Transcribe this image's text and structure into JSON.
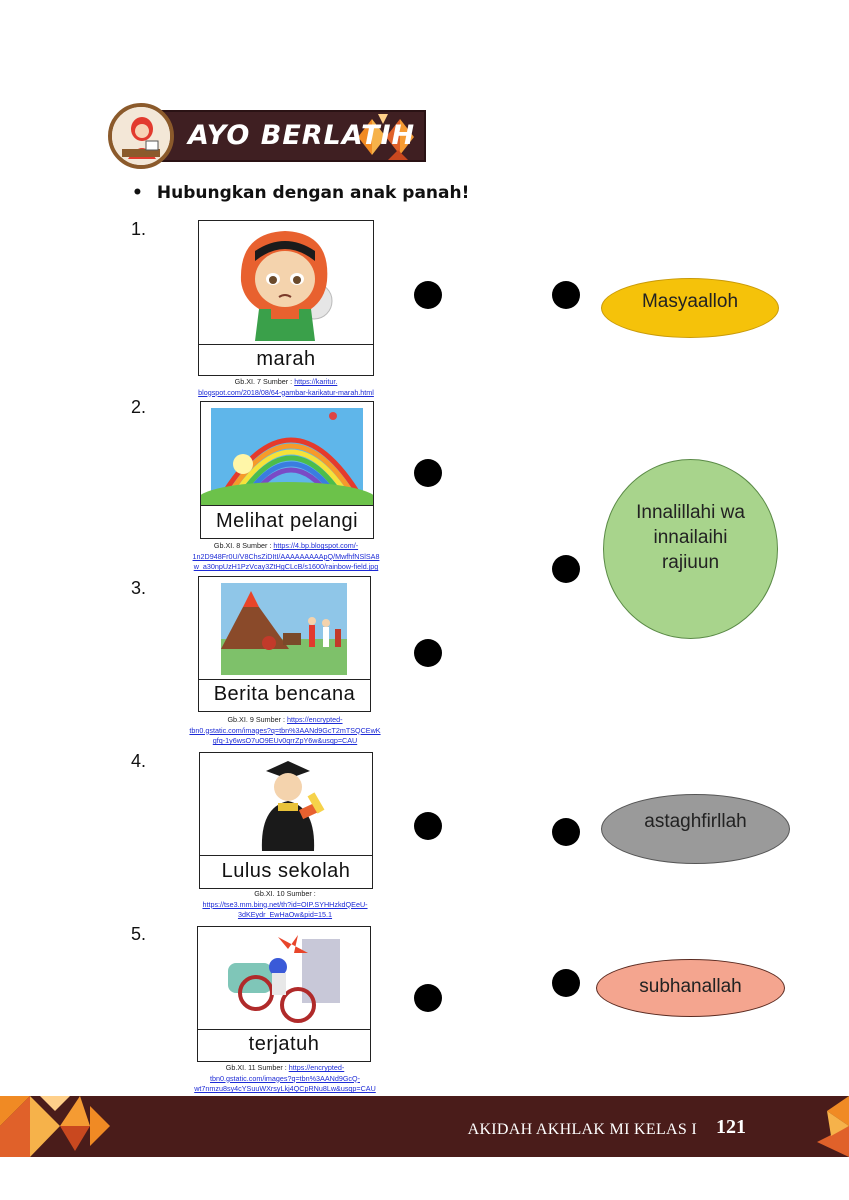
{
  "header": {
    "title": "AYO BERLATIH"
  },
  "instruction": "Hubungkan dengan anak panah!",
  "items": [
    {
      "number": "1.",
      "label": "marah",
      "caption_prefix": "Gb.XI. 7 Sumber : ",
      "caption_link": "https://karitur.\nblogspot.com/2018/08/64-gambar-karikatur-marah.html"
    },
    {
      "number": "2.",
      "label": "Melihat pelangi",
      "caption_prefix": "Gb.XI. 8 Sumber : ",
      "caption_link": "https://4.bp.blogspot.com/-\n1n2D948Fr0U/V8ChsZiDItI/AAAAAAAAApQ/MwfhfNSlSA8\nw_a30npUzH1PzVcay3ZtHgCLcB/s1600/rainbow-field.jpg"
    },
    {
      "number": "3.",
      "label": "Berita bencana",
      "caption_prefix": "Gb.XI. 9 Sumber : ",
      "caption_link": "https://encrypted-\ntbn0.gstatic.com/images?q=tbn%3AANd9GcT2mTSQCEwK\ngfq-1y6wsO7uO9EUv0qrrZpY6w&usqp=CAU"
    },
    {
      "number": "4.",
      "label": "Lulus sekolah",
      "caption_prefix": "Gb.XI. 10 Sumber :",
      "caption_link": "https://tse3.mm.bing.net/th?id=OIP.SYHHzkdQEeU-\n3dKEydr_EwHaOw&pid=15.1"
    },
    {
      "number": "5.",
      "label": "terjatuh",
      "caption_prefix": "Gb.XI. 11 Sumber : ",
      "caption_link": "https://encrypted-\ntbn0.gstatic.com/images?q=tbn%3AANd9GcQ-\nwt7nmzu8sy4cYSuuWXrsyLkj4QCpRNu8Lw&usqp=CAU"
    }
  ],
  "answers": [
    {
      "text": "Masyaalloh",
      "fill": "#f5c20a"
    },
    {
      "text": "Innalillahi wa\ninnailaihi\nrajiuun",
      "fill": "#a8d48c"
    },
    {
      "text": "astaghfirllah",
      "fill": "#9a9a9a"
    },
    {
      "text": "subhanallah",
      "fill": "#f4a58f"
    }
  ],
  "footer": {
    "book": "AKIDAH AKHLAK MI KELAS I",
    "page": "121"
  }
}
